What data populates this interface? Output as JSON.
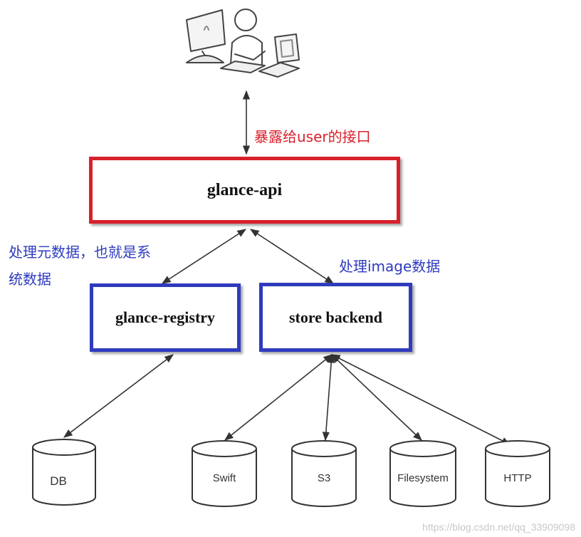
{
  "annotations": {
    "user_interface": "暴露给user的接口",
    "metadata_line1": "处理元数据，也就是系",
    "metadata_line2": "统数据",
    "image_data": "处理image数据"
  },
  "components": {
    "api": "glance-api",
    "registry": "glance-registry",
    "store": "store backend"
  },
  "storages": {
    "db": "DB",
    "swift": "Swift",
    "s3": "S3",
    "filesystem": "Filesystem",
    "http": "HTTP"
  },
  "watermark": "https://blog.csdn.net/qq_33909098",
  "colors": {
    "api_border": "#d8202b",
    "backend_border": "#2e3bbd",
    "user_annotation": "#d8202b",
    "internal_annotation": "#2e3bbd"
  },
  "icons": [
    "user-at-computer-icon"
  ]
}
